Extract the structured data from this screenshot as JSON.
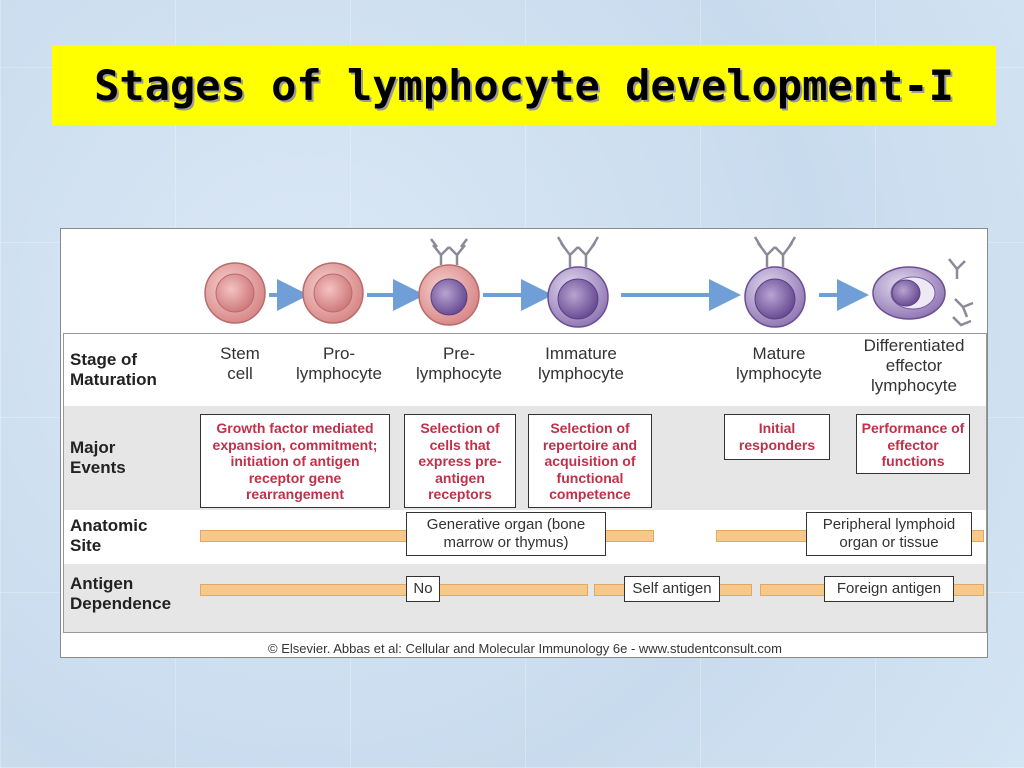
{
  "title": "Stages of lymphocyte development-I",
  "row_labels": {
    "stage": "Stage of Maturation",
    "events": "Major Events",
    "site": "Anatomic Site",
    "antigen": "Antigen Dependence"
  },
  "stages": [
    "Stem cell",
    "Pro-lymphocyte",
    "Pre-lymphocyte",
    "Immature lymphocyte",
    "Mature lymphocyte",
    "Differentiated effector lymphocyte"
  ],
  "events": [
    "Growth factor mediated expansion, commitment; initiation of antigen receptor gene rearrangement",
    "Selection of cells that express pre-antigen receptors",
    "Selection of repertoire and acquisition of functional competence",
    "Initial responders",
    "Performance of effector functions"
  ],
  "sites": [
    "Generative organ (bone marrow or thymus)",
    "Peripheral lymphoid organ or tissue"
  ],
  "antigen": [
    "No",
    "Self antigen",
    "Foreign antigen"
  ],
  "credit": "© Elsevier. Abbas et al: Cellular and Molecular Immunology 6e - www.studentconsult.com",
  "colors": {
    "title_bg": "#ffff00",
    "event_text": "#c0304a",
    "bar": "#f6c88a",
    "arrow": "#6f9fd6",
    "stem_cell": "#e59a9a",
    "lymphocyte": "#8c72b0"
  }
}
